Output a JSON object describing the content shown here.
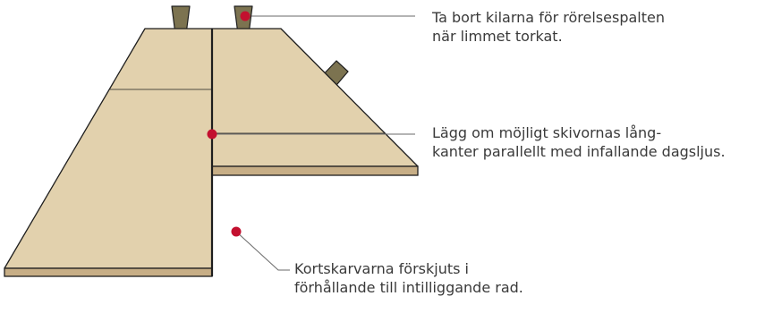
{
  "colors": {
    "board_face": "#e2d1ad",
    "board_edge": "#c7ae86",
    "outline": "#1e1e1e",
    "wedge": "#7c7350",
    "marker": "#c3102f",
    "leader": "#6a6a6a",
    "text": "#3a3a3a"
  },
  "callouts": {
    "remove_wedges": {
      "line1": "Ta bort kilarna för rörelsespalten",
      "line2": "när limmet torkat."
    },
    "board_direction": {
      "line1": "Lägg om möjligt skivornas lång-",
      "line2": "kanter parallellt med infallande dagsljus."
    },
    "staggered_joints": {
      "line1": "Kortskarvarna förskjuts i",
      "line2": "förhållande till intilliggande rad."
    }
  }
}
